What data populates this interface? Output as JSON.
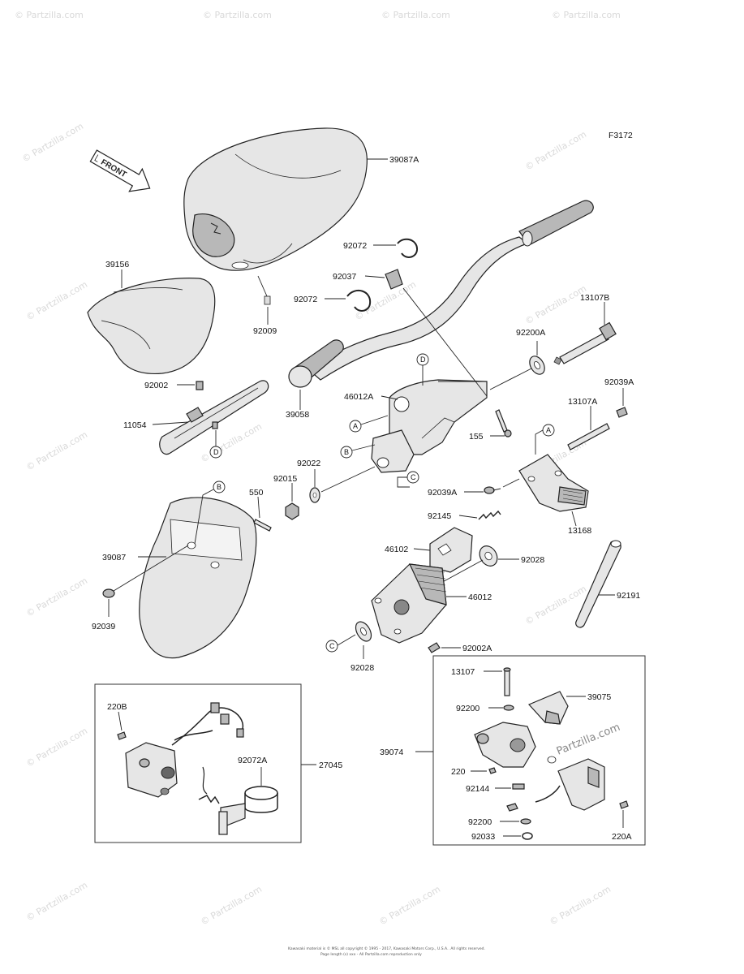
{
  "figure_code": "F3172",
  "front_arrow_text": "FRONT",
  "watermark_text": "© Partzilla.com",
  "inset_watermark_text": "Partzilla.com",
  "footer_line1": "Kawasaki material is © MSL all copyright © 1995 - 2017, Kawasaki Motors Corp., U.S.A.. All rights reserved.",
  "footer_line2": "Page length (s) xxx - All Partzilla.com reproduction only",
  "part_labels": {
    "p39087A": "39087A",
    "p39156": "39156",
    "p92009": "92009",
    "p92072a": "92072",
    "p92037": "92037",
    "p92072b": "92072",
    "p13107B": "13107B",
    "p92200A": "92200A",
    "p92039A_r": "92039A",
    "p13107A": "13107A",
    "p46012A": "46012A",
    "p39058": "39058",
    "p155": "155",
    "p92002": "92002",
    "p11054": "11054",
    "p92022": "92022",
    "p92015": "92015",
    "p550": "550",
    "p92039A_l": "92039A",
    "p92145": "92145",
    "p13168": "13168",
    "p39087": "39087",
    "p46102": "46102",
    "p92028a": "92028",
    "p46012": "46012",
    "p92191": "92191",
    "p92039": "92039",
    "p92002A": "92002A",
    "p92028b": "92028",
    "p13107": "13107",
    "p39075": "39075",
    "p92200a": "92200",
    "p220B": "220B",
    "p92072A": "92072A",
    "p27045": "27045",
    "p39074": "39074",
    "p220": "220",
    "p92144": "92144",
    "p92200b": "92200",
    "p92033": "92033",
    "p220A": "220A"
  },
  "callouts": {
    "d1": "D",
    "a1": "A",
    "b1": "B",
    "c1": "C",
    "a2": "A",
    "d2": "D",
    "b2": "B",
    "c2": "C"
  }
}
